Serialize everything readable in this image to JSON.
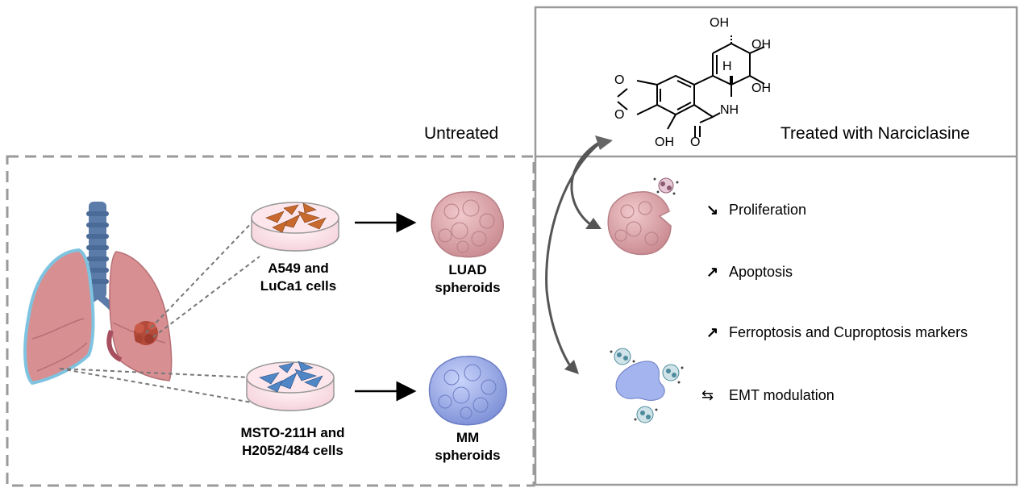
{
  "untreated_label": "Untreated",
  "treated_label": "Treated with Narciclasine",
  "molecule": {
    "oh_top": "OH",
    "oh_right": "OH",
    "oh_mid": "OH",
    "h_label": "H",
    "nh_label": "NH",
    "o_label": "O",
    "oh_bottom": "OH",
    "ring_o1": "O",
    "ring_o2": "O"
  },
  "luad": {
    "cells_line1": "A549 and",
    "cells_line2": "LuCa1 cells",
    "spheroid_line1": "LUAD",
    "spheroid_line2": "spheroids"
  },
  "mm": {
    "cells_line1": "MSTO-211H and",
    "cells_line2": "H2052/484 cells",
    "spheroid_line1": "MM",
    "spheroid_line2": "spheroids"
  },
  "effects": [
    {
      "icon": "down-right-arrow",
      "symbol": "↘",
      "label": "Proliferation"
    },
    {
      "icon": "up-right-arrow",
      "symbol": "↗",
      "label": "Apoptosis"
    },
    {
      "icon": "up-right-arrow",
      "symbol": "↗",
      "label": "Ferroptosis and Cuproptosis markers"
    },
    {
      "icon": "left-right-arrows",
      "symbol": "⇆",
      "label": "EMT modulation"
    }
  ],
  "colors": {
    "lung": "#d88f92",
    "lung_outline": "#7ec3e0",
    "trachea": "#5b7ba8",
    "tumor": "#b34a3a",
    "luad_cells": "#c86a2e",
    "mm_cells": "#4f86c6",
    "luad_spheroid": "#dca5aa",
    "mm_spheroid": "#a3b4ee",
    "dish": "#fbe2e8",
    "border": "#9a9a9a"
  }
}
